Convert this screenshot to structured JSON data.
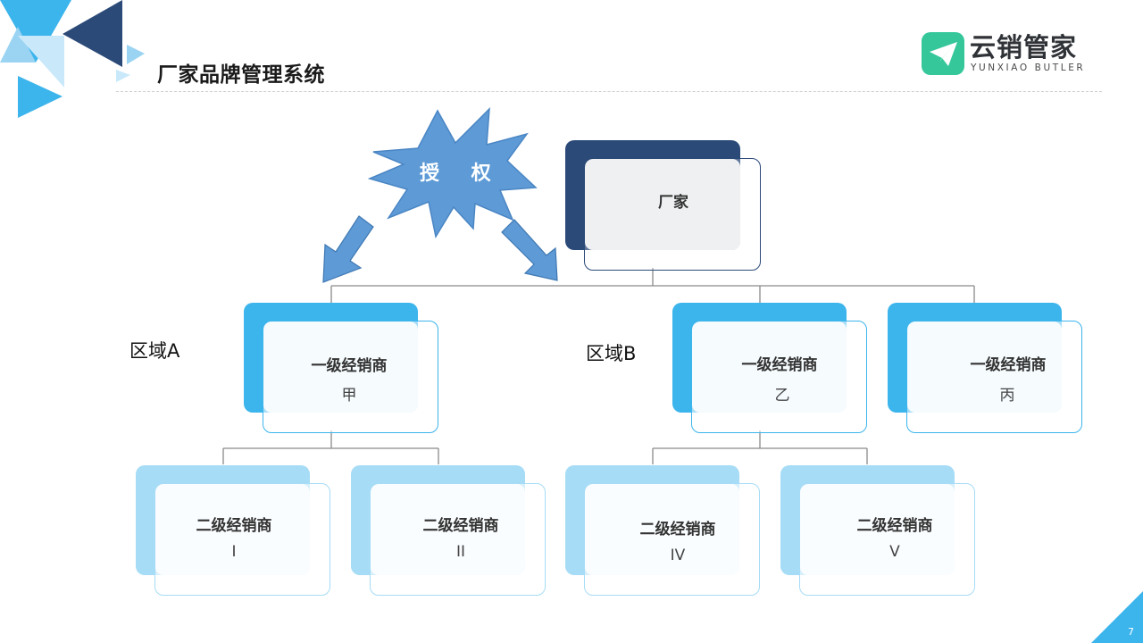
{
  "title": "厂家品牌管理系统",
  "logo": {
    "name": "云销管家",
    "subtitle": "YUNXIAO BUTLER",
    "icon": "paper-plane-icon"
  },
  "authorization": "授 权",
  "regions": {
    "a": "区域A",
    "b": "区域B"
  },
  "manufacturer": "厂家",
  "level1": [
    {
      "label": "一级经销商",
      "sub": "甲"
    },
    {
      "label": "一级经销商",
      "sub": "乙"
    },
    {
      "label": "一级经销商",
      "sub": "丙"
    }
  ],
  "level2": [
    {
      "label": "二级经销商",
      "sub": "I"
    },
    {
      "label": "二级经销商",
      "sub": "II"
    },
    {
      "label": "二级经销商",
      "sub": "IV"
    },
    {
      "label": "二级经销商",
      "sub": "V"
    }
  ],
  "page_number": "7",
  "colors": {
    "navy": "#2b4a78",
    "blue": "#3cb4ec",
    "light_blue": "#a6dcf6",
    "burst": "#5d9ad6",
    "logo_green": "#35c79a"
  }
}
